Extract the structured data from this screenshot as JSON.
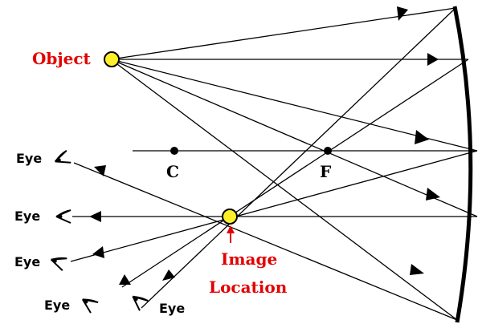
{
  "labels": {
    "object": "Object",
    "image_line1": "Image",
    "image_line2": "Location",
    "center": "C",
    "focal": "F",
    "eye": "Eye"
  },
  "colors": {
    "line": "#000000",
    "point_fill": "#ffef2a",
    "label_red": "#e30000",
    "mirror": "#000000"
  },
  "icons": {
    "object_marker": "yellow-circle",
    "image_marker": "yellow-circle",
    "eye_symbol": "eye-icon",
    "arrowhead": "triangle-arrow"
  }
}
